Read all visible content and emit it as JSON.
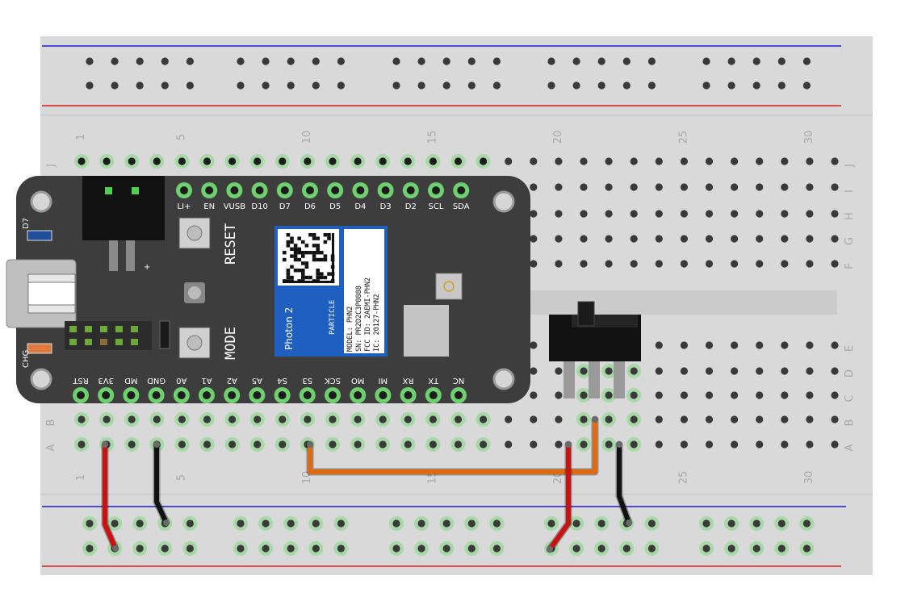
{
  "breadboard": {
    "column_numbers": [
      "1",
      "5",
      "10",
      "15",
      "20",
      "25",
      "30"
    ],
    "row_letters_top": [
      "J",
      "I",
      "H",
      "G",
      "F"
    ],
    "row_letters_bottom": [
      "E",
      "D",
      "C",
      "B",
      "A"
    ],
    "colors": {
      "board": "#d9d9d9",
      "hole": "#3a3a3a",
      "hole_active": "#5ec75e",
      "rail_blue": "#1c1cd6",
      "rail_red": "#d61c1c"
    }
  },
  "board": {
    "name": "Photon 2",
    "brand": "PARTICLE",
    "label_lines": [
      "MODEL: PHN2",
      "SN: PR2D2C3P0888",
      "FCC ID: 2AEMI-PHN2",
      "IC: 20127-PHN2"
    ],
    "top_pins": [
      "LI+",
      "EN",
      "VUSB",
      "D10",
      "D7",
      "D6",
      "D5",
      "D4",
      "D3",
      "D2",
      "SCL",
      "SDA"
    ],
    "bottom_pins": [
      "RST",
      "3V3",
      "MD",
      "GND",
      "A0",
      "A1",
      "A2",
      "A5",
      "S4",
      "S3",
      "SCK",
      "MO",
      "MI",
      "RX",
      "TX",
      "NC"
    ],
    "reset_label": "RESET",
    "mode_label": "MODE",
    "d7_label": "D7",
    "chg_label": "CHG",
    "plus_label": "+",
    "colors": {
      "pcb": "#3d3d3d",
      "module": "#1f5fc0"
    }
  },
  "wires": {
    "colors": {
      "red": "#cc1111",
      "black": "#111111",
      "orange": "#e06a10"
    }
  }
}
